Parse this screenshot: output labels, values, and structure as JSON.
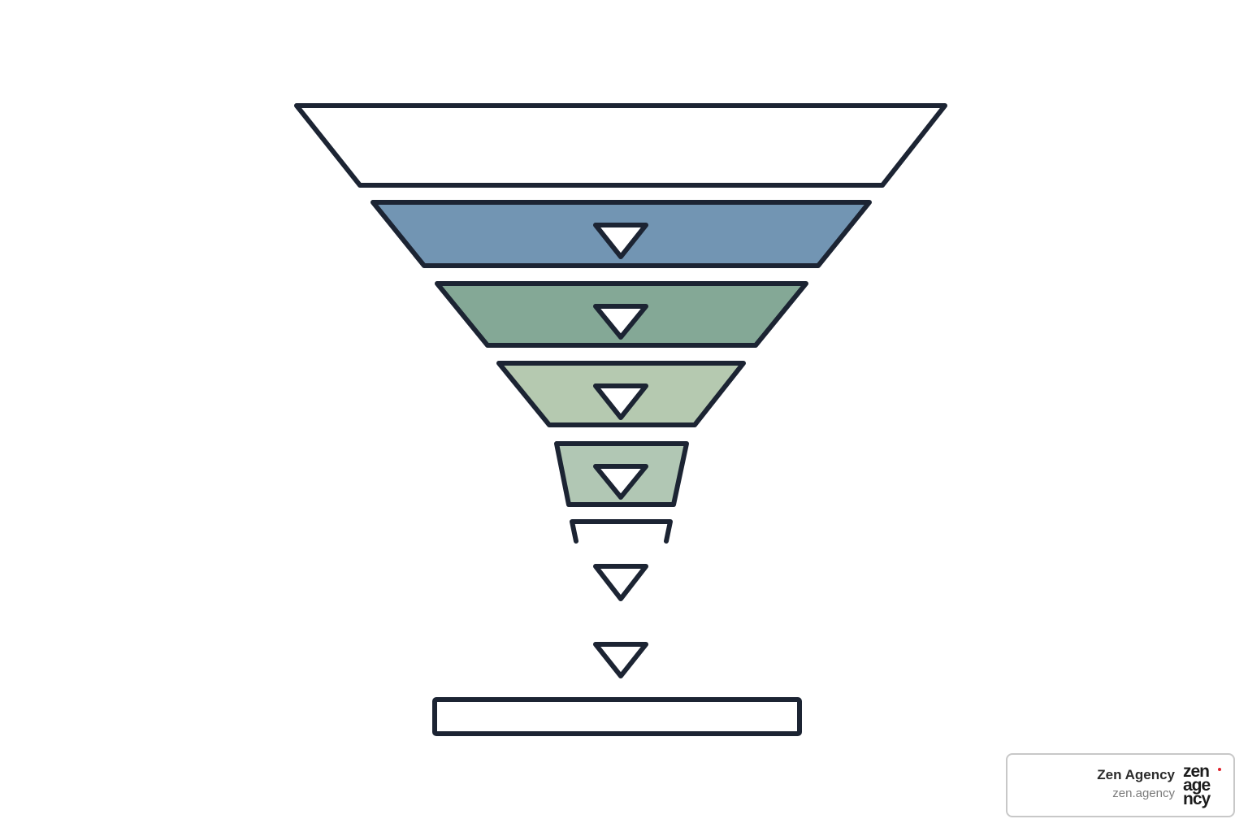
{
  "diagram": {
    "type": "funnel",
    "stages": [
      {
        "label": "",
        "fill": "#ffffff"
      },
      {
        "label": "",
        "fill": "#7295b3"
      },
      {
        "label": "",
        "fill": "#84a896"
      },
      {
        "label": "",
        "fill": "#b5c9b0"
      },
      {
        "label": "",
        "fill": "#b1c7b4"
      },
      {
        "label": "",
        "fill": "#ffffff"
      }
    ],
    "connectors": [
      "down-arrow",
      "down-arrow",
      "down-arrow",
      "down-arrow",
      "down-arrow",
      "down-arrow"
    ],
    "output_box": {
      "label": "",
      "fill": "#ffffff"
    },
    "stroke_color": "#1c2433"
  },
  "brand": {
    "name": "Zen Agency",
    "url": "zen.agency",
    "logo_lines": [
      "zen",
      "age",
      "ncy"
    ],
    "logo_dot_color": "#e0202a",
    "logo_icon": "zen-agency-logo"
  }
}
